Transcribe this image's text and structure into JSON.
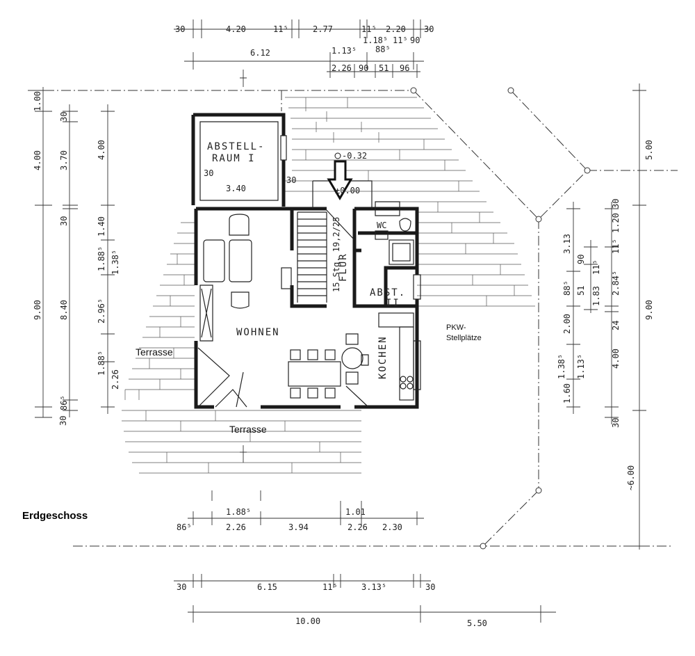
{
  "title": "Erdgeschoss",
  "rooms": {
    "storage1_line1": "ABSTELL-",
    "storage1_line2": "RAUM I",
    "living": "WOHNEN",
    "hall": "FLUR",
    "wc": "WC",
    "storage2_line1": "ABST.",
    "storage2_line2": "II",
    "kitchen": "KOCHEN"
  },
  "labels": {
    "terrace_left": "Terrasse",
    "terrace_bottom": "Terrasse",
    "parking_line1": "PKW-",
    "parking_line2": "Stellplätze",
    "stairs": "15 Stg. 19,2/25",
    "entrance_level": "-0.32",
    "entry_level": "±0.00"
  },
  "dimensions": {
    "top_row1": [
      "30",
      "4.20",
      "11⁵",
      "2.77",
      "11⁵",
      "2.20",
      "30"
    ],
    "top_row1b": [
      "1.18⁵",
      "11⁵",
      "90"
    ],
    "top_row2": [
      "6.12",
      "1.13⁵",
      "88⁵"
    ],
    "top_row3": [
      "2.26",
      "90",
      "51",
      "96"
    ],
    "left_outer": [
      "1.00",
      "4.00",
      "9.00",
      "30"
    ],
    "left_mid": [
      "30",
      "3.70",
      "30",
      "8.40",
      "86⁵"
    ],
    "left_inner": [
      "4.00",
      "1.40",
      "1.38⁵",
      "1.88⁵",
      "2.96⁵",
      "1.88⁵",
      "2.26"
    ],
    "room_inner": [
      "30",
      "3.40",
      "30"
    ],
    "right_inner": [
      "3.13",
      "88⁵",
      "51",
      "90",
      "1.83",
      "11⁵",
      "2.00",
      "1.38⁵",
      "1.13⁵",
      "1.60"
    ],
    "right_mid": [
      "30",
      "1.20",
      "11⁵",
      "2.84⁵",
      "24",
      "4.00",
      "30"
    ],
    "right_outer": [
      "5.00",
      "9.00",
      "~6.00"
    ],
    "bottom_row1": [
      "1.88⁵",
      "1.01"
    ],
    "bottom_row2": [
      "86⁵",
      "2.26",
      "3.94",
      "2.26",
      "2.30"
    ],
    "bottom_row3": [
      "30",
      "6.15",
      "11⁵",
      "3.13⁵",
      "30"
    ],
    "bottom_row4": [
      "10.00",
      "5.50"
    ]
  }
}
